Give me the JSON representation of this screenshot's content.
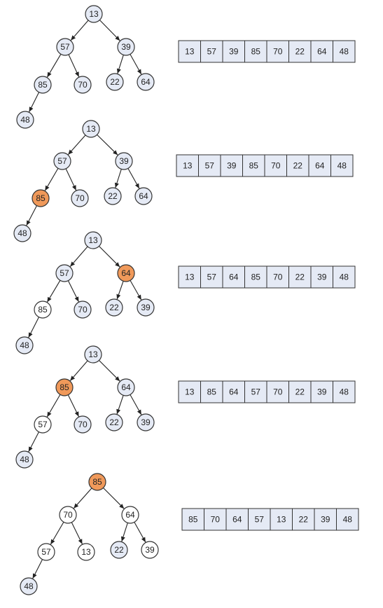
{
  "colors": {
    "node_default": "#e5eaf5",
    "node_highlight": "#f0995a",
    "node_plain": "#ffffff",
    "array_cell": "#e5eaf5"
  },
  "steps": [
    {
      "nodes": [
        "13",
        "57",
        "39",
        "85",
        "70",
        "22",
        "64",
        "48"
      ],
      "states": [
        "default",
        "default",
        "default",
        "default",
        "default",
        "default",
        "default",
        "default"
      ],
      "array": [
        "13",
        "57",
        "39",
        "85",
        "70",
        "22",
        "64",
        "48"
      ]
    },
    {
      "nodes": [
        "13",
        "57",
        "39",
        "85",
        "70",
        "22",
        "64",
        "48"
      ],
      "states": [
        "default",
        "default",
        "default",
        "highlight",
        "default",
        "default",
        "default",
        "default"
      ],
      "array": [
        "13",
        "57",
        "39",
        "85",
        "70",
        "22",
        "64",
        "48"
      ]
    },
    {
      "nodes": [
        "13",
        "57",
        "64",
        "85",
        "70",
        "22",
        "39",
        "48"
      ],
      "states": [
        "default",
        "default",
        "highlight",
        "plain",
        "default",
        "default",
        "default",
        "default"
      ],
      "array": [
        "13",
        "57",
        "64",
        "85",
        "70",
        "22",
        "39",
        "48"
      ]
    },
    {
      "nodes": [
        "13",
        "85",
        "64",
        "57",
        "70",
        "22",
        "39",
        "48"
      ],
      "states": [
        "default",
        "highlight",
        "default",
        "plain",
        "default",
        "default",
        "default",
        "default"
      ],
      "array": [
        "13",
        "85",
        "64",
        "57",
        "70",
        "22",
        "39",
        "48"
      ]
    },
    {
      "nodes": [
        "85",
        "70",
        "64",
        "57",
        "13",
        "22",
        "39",
        "48"
      ],
      "states": [
        "highlight",
        "plain",
        "plain",
        "plain",
        "plain",
        "default",
        "plain",
        "default"
      ],
      "array": [
        "85",
        "70",
        "64",
        "57",
        "13",
        "22",
        "39",
        "48"
      ]
    }
  ]
}
